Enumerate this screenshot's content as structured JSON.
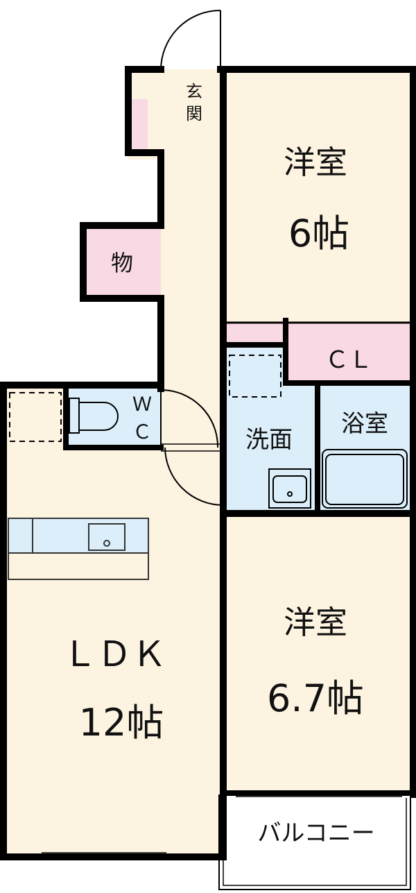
{
  "rooms": {
    "entrance": "玄関",
    "storage": "物",
    "western_room_upper": {
      "name": "洋室",
      "size": "6帖"
    },
    "closet": "ＣＬ",
    "toilet": "ＷＣ",
    "washroom": "洗面",
    "bathroom": "浴室",
    "ldk": {
      "name": "ＬＤＫ",
      "size": "12帖"
    },
    "western_room_lower": {
      "name": "洋室",
      "size": "6.7帖"
    },
    "balcony": "バルコニー"
  },
  "colors": {
    "wall": "#000000",
    "floor": "#fdf3e1",
    "wet_area": "#dbeef9",
    "storage_pink": "#f9d9e3",
    "balcony": "#ffffff"
  }
}
